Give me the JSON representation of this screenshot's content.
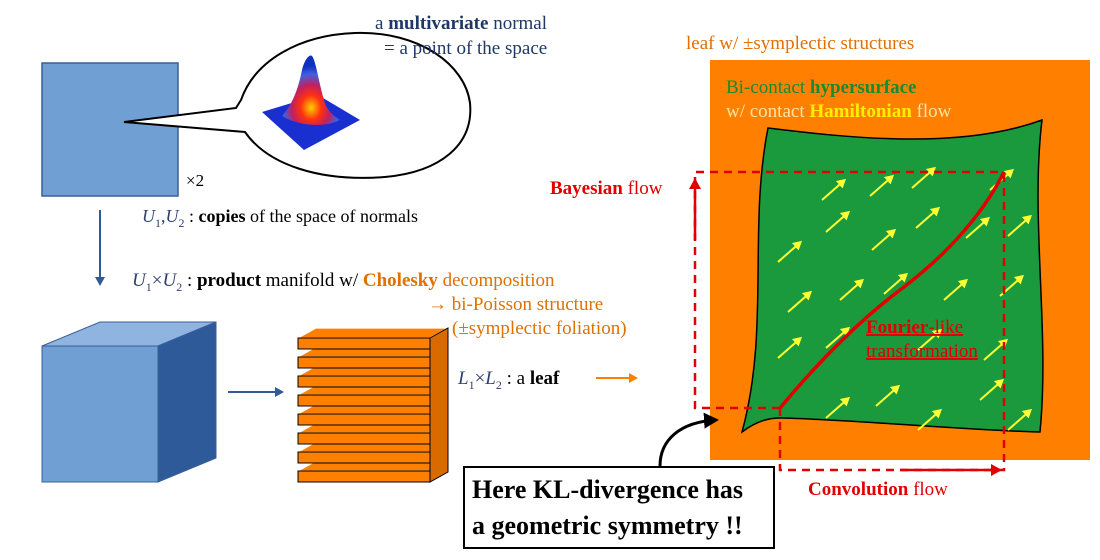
{
  "colors": {
    "slate": "#1f3864",
    "blue_face": "#6f9fd3",
    "blue_dark": "#3f6fb0",
    "blue_side": "#2f5a9a",
    "orange": "#ff8000",
    "orange_label": "#e07000",
    "green": "#1a9a3c",
    "red": "#e00000",
    "yellow_arrow": "#ffff33",
    "gold": "#ffcc00"
  },
  "callout": {
    "line1_prefix": "a ",
    "line1_bold": "multivariate",
    "line1_suffix": " normal",
    "line2": "= a point of the space"
  },
  "square": {
    "multiplier": "×2"
  },
  "copies": {
    "sym_u1": "U",
    "sub1": "1",
    "comma": ",",
    "sym_u2": "U",
    "sub2": "2",
    "colon": " : ",
    "bold": "copies",
    "rest": " of the space of normals"
  },
  "product": {
    "sym_u1": "U",
    "sub1": "1",
    "times": "×",
    "sym_u2": "U",
    "sub2": "2",
    "colon": " : ",
    "bold": "product",
    "mid": " manifold w/ ",
    "bold_orange": "Cholesky",
    "orange_rest": " decomposition",
    "line2": "→  bi-Poisson structure",
    "line3": "(±symplectic foliation)"
  },
  "leaf_label": {
    "sym_l1": "L",
    "sub1": "1",
    "times": "×",
    "sym_l2": "L",
    "sub2": "2",
    "colon": " : a ",
    "bold": "leaf"
  },
  "right_panel": {
    "top_label": "leaf w/ ±symplectic structures",
    "line1_a": "Bi-contact ",
    "line1_b": "hypersurface",
    "line2_a": "w/ contact ",
    "line2_b": "Hamiltonian",
    "line2_c": " flow"
  },
  "flows": {
    "bayesian_bold": "Bayesian",
    "bayesian_rest": " flow",
    "convolution_bold": "Convolution",
    "convolution_rest": " flow",
    "fourier_line1_a": "Fourier",
    "fourier_line1_b": "-like",
    "fourier_line2": "transformation"
  },
  "kl_box": {
    "line1": "Here KL-divergence has",
    "line2": "a geometric symmetry !!"
  }
}
